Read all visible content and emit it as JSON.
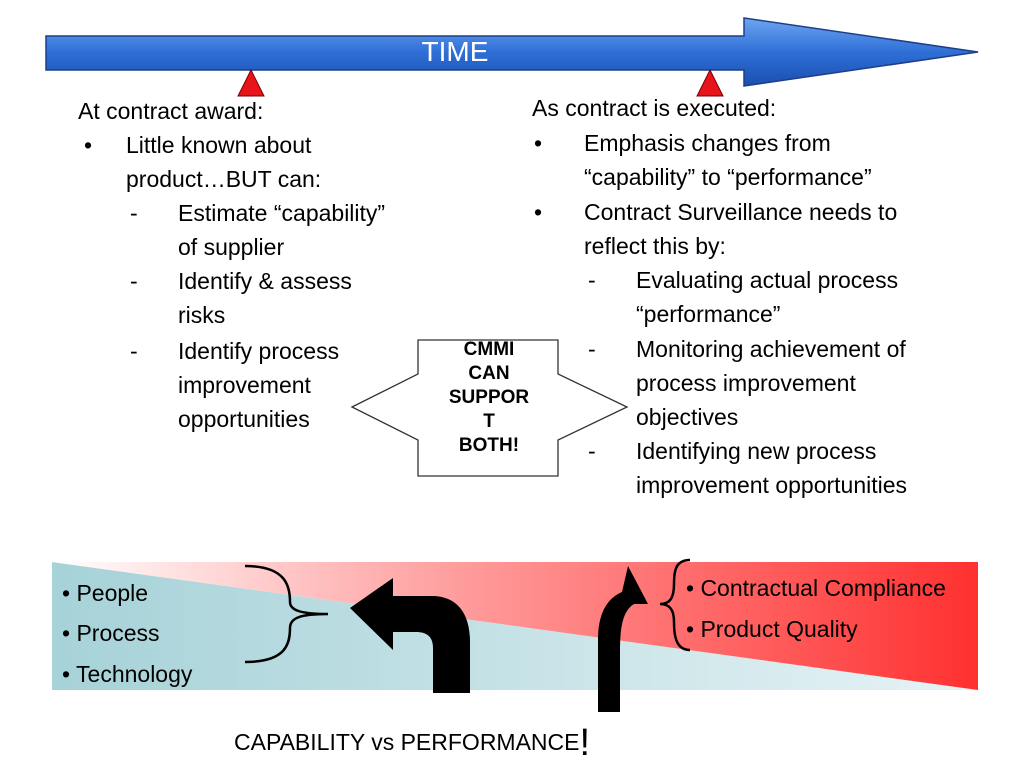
{
  "timeline": {
    "label": "TIME"
  },
  "left_block": {
    "heading": "At contract award:",
    "bullet_char": "•",
    "dash_char": "-",
    "bullet1": [
      "Little known about",
      "product…BUT can:"
    ],
    "subs": [
      [
        "Estimate “capability”",
        "of supplier"
      ],
      [
        "Identify & assess",
        "risks"
      ],
      [
        "Identify process",
        "improvement",
        "opportunities"
      ]
    ]
  },
  "right_block": {
    "heading": "As contract is executed:",
    "bullet_char": "•",
    "dash_char": "-",
    "bullet1": [
      "Emphasis changes from",
      "“capability” to “performance”"
    ],
    "bullet2": [
      "Contract Surveillance needs to",
      "reflect this by:"
    ],
    "subs": [
      [
        "Evaluating actual process",
        "“performance”"
      ],
      [
        "Monitoring achievement of",
        "process improvement",
        "objectives"
      ],
      [
        "Identifying new process",
        "improvement opportunities"
      ]
    ]
  },
  "center": {
    "lines": [
      "CMMI",
      "CAN",
      "SUPPOR",
      "T",
      "BOTH!"
    ]
  },
  "capability_items": [
    "• People",
    "• Process",
    "• Technology"
  ],
  "performance_items": [
    "• Contractual Compliance",
    "• Product Quality"
  ],
  "bottom_title": {
    "text": "CAPABILITY vs PERFORMANCE",
    "exclaim": "!"
  },
  "colors": {
    "arrow_blue": "#2f6fd6",
    "marker_red": "#e8141b",
    "band_teal": "#a9d4d9",
    "band_red": "#ff3a3a"
  }
}
